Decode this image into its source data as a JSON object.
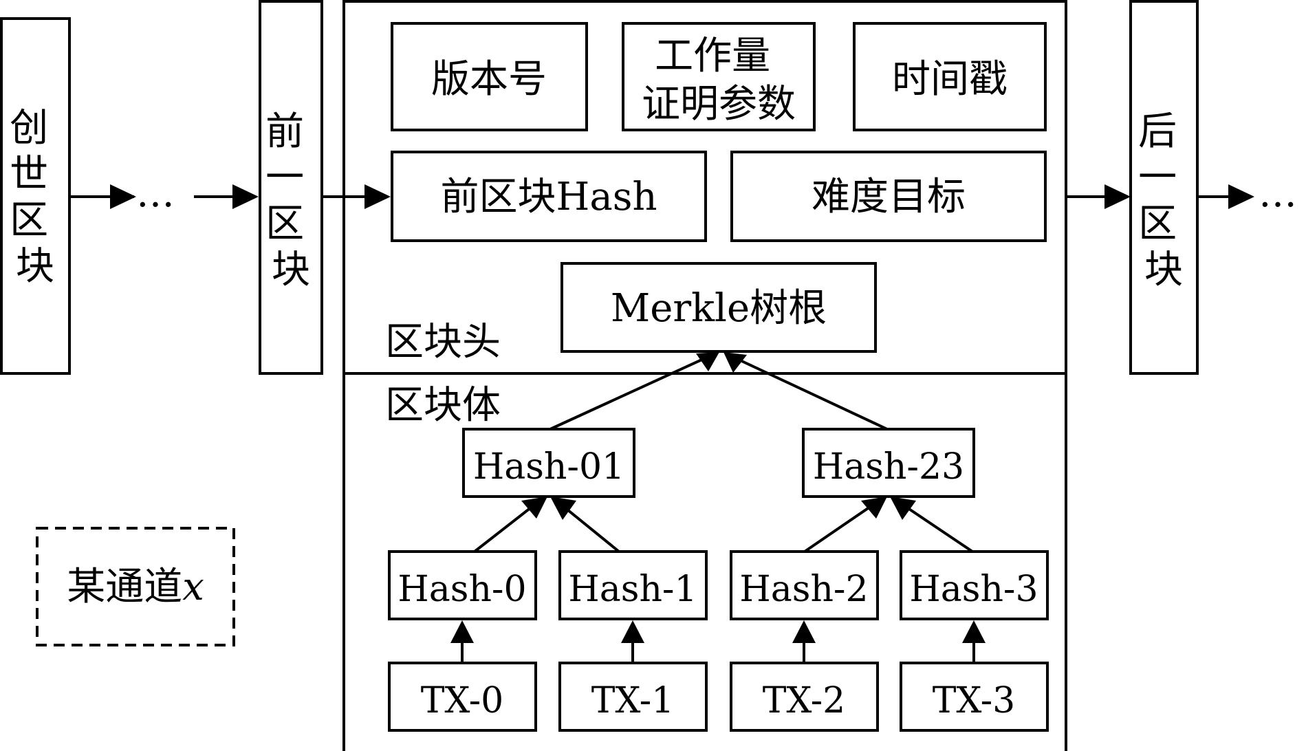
{
  "chain": {
    "genesis": "创世区块",
    "prev": "前一区块",
    "next": "后一区块",
    "ellipsis": "…"
  },
  "header": {
    "label": "区块头",
    "version": "版本号",
    "pow_line1": "工作量",
    "pow_line2": "证明参数",
    "timestamp": "时间戳",
    "prev_hash": "前区块Hash",
    "difficulty": "难度目标",
    "merkle_root": "Merkle树根"
  },
  "body": {
    "label": "区块体",
    "hash01": "Hash-01",
    "hash23": "Hash-23",
    "hash0": "Hash-0",
    "hash1": "Hash-1",
    "hash2": "Hash-2",
    "hash3": "Hash-3",
    "tx0": "TX-0",
    "tx1": "TX-1",
    "tx2": "TX-2",
    "tx3": "TX-3"
  },
  "legend": {
    "channel": "某通道",
    "channel_var": "x"
  }
}
